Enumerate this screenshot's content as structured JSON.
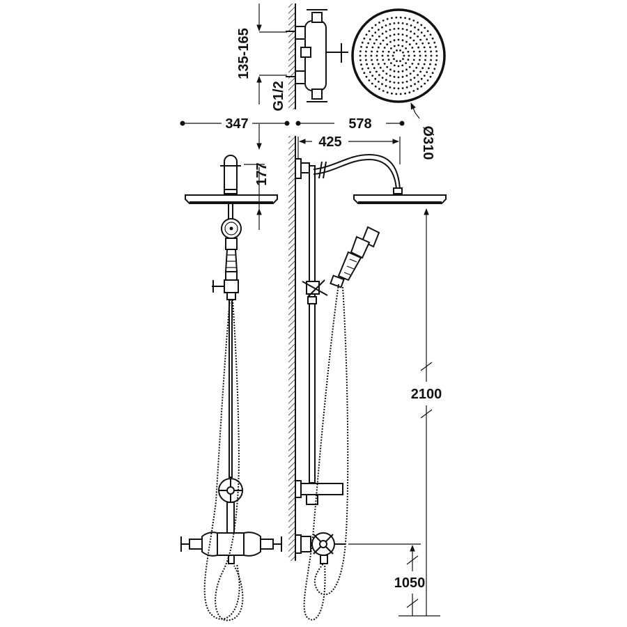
{
  "dimensions": {
    "depth_range": "135-165",
    "thread": "G1/2",
    "width_front": "347",
    "depth_side": "578",
    "head_diameter": "Ø310",
    "arm_reach": "425",
    "arm_height": "177",
    "total_height": "2100",
    "mixer_height": "1050"
  },
  "colors": {
    "line": "#111111",
    "background": "#ffffff"
  }
}
